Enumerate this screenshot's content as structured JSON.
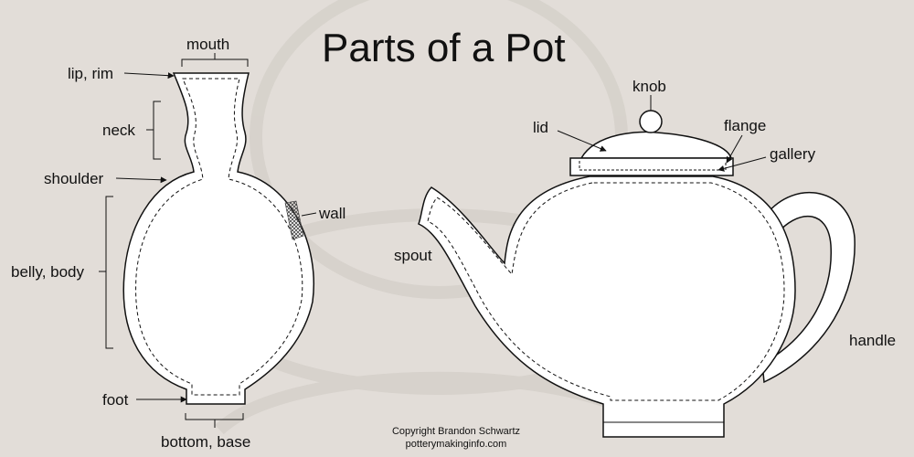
{
  "title": "Parts of a Pot",
  "vase_labels": {
    "mouth": "mouth",
    "lip": "lip, rim",
    "neck": "neck",
    "shoulder": "shoulder",
    "wall": "wall",
    "belly": "belly, body",
    "foot": "foot",
    "bottom": "bottom, base"
  },
  "teapot_labels": {
    "knob": "knob",
    "lid": "lid",
    "flange": "flange",
    "gallery": "gallery",
    "spout": "spout",
    "handle": "handle"
  },
  "copyright": {
    "line1": "Copyright Brandon Schwartz",
    "line2": "potterymakinginfo.com"
  },
  "colors": {
    "background": "#e2ddd8",
    "pot_fill": "#ffffff",
    "ink": "#111111"
  }
}
